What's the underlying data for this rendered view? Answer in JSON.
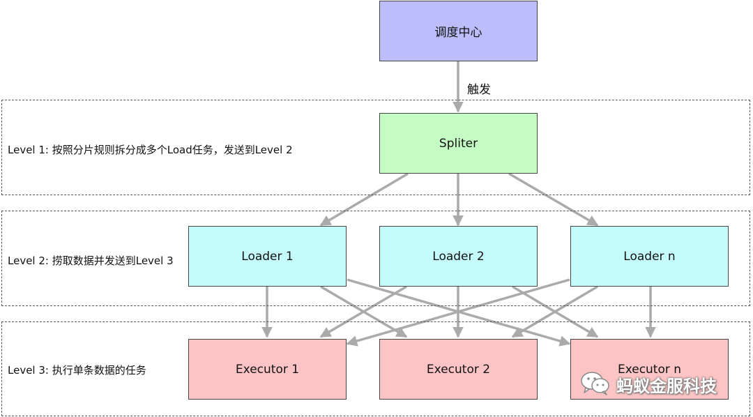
{
  "top": {
    "scheduler": "调度中心",
    "trigger_label": "触发"
  },
  "levels": [
    {
      "label": "Level 1: 按照分片规则拆分成多个Load任务，发送到Level 2"
    },
    {
      "label": "Level 2: 捞取数据并发送到Level 3"
    },
    {
      "label": "Level 3: 执行单条数据的任务"
    }
  ],
  "nodes": {
    "spliter": "Spliter",
    "loaders": [
      "Loader 1",
      "Loader 2",
      "Loader n"
    ],
    "executors": [
      "Executor 1",
      "Executor 2",
      "Executor n"
    ]
  },
  "watermark": {
    "text": "蚂蚁金服科技",
    "icon": "wechat-icon"
  },
  "colors": {
    "scheduler": "#bdbdfc",
    "spliter": "#c4fcc4",
    "loader": "#c4fcfc",
    "executor": "#fcc4c4",
    "edge": "#aaaaaa"
  }
}
